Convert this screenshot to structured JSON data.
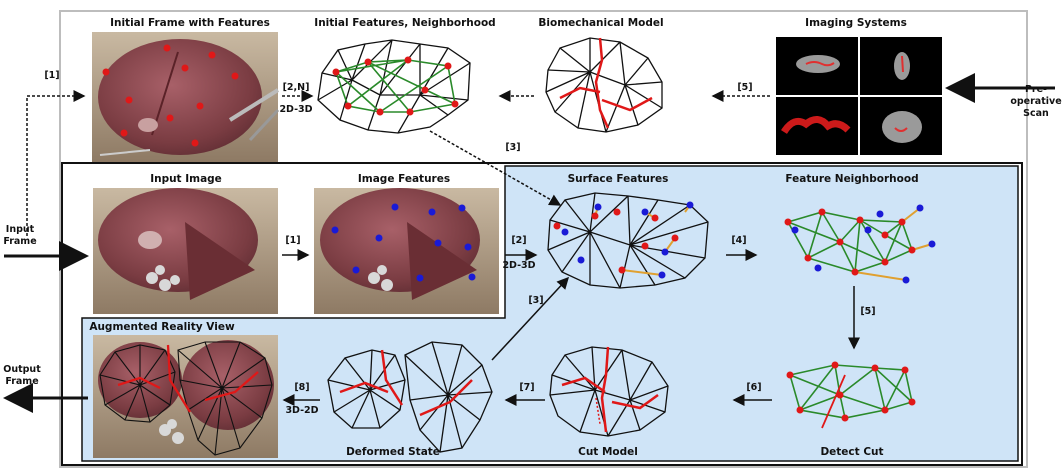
{
  "titles": {
    "initial_frame": "Initial Frame with Features",
    "initial_features": "Initial Features, Neighborhood",
    "biomech_model": "Biomechanical Model",
    "imaging_systems": "Imaging Systems",
    "input_image": "Input Image",
    "image_features": "Image Features",
    "surface_features": "Surface Features",
    "feature_neighborhood": "Feature Neighborhood",
    "ar_view": "Augmented Reality View",
    "deformed_state": "Deformed State",
    "cut_model": "Cut Model",
    "detect_cut": "Detect Cut"
  },
  "side_labels": {
    "preop_line1": "Pre-",
    "preop_line2": "operative",
    "preop_line3": "Scan",
    "input_line1": "Input",
    "input_line2": "Frame",
    "output_line1": "Output",
    "output_line2": "Frame"
  },
  "steps": {
    "s1_top": "[1]",
    "s2n_line1": "[2,N]",
    "s2n_line2": "2D-3D",
    "s5_top": "[5]",
    "s3_top": "[3]",
    "s1_mid": "[1]",
    "s2_line1": "[2]",
    "s2_line2": "2D-3D",
    "s4": "[4]",
    "s3_mid": "[3]",
    "s5_mid": "[5]",
    "s6": "[6]",
    "s7": "[7]",
    "s8_line1": "[8]",
    "s8_line2": "3D-2D"
  },
  "colors": {
    "panel_fill": "#cfe4f7",
    "outer_border": "#bdbdbd",
    "feature_red": "#e01818",
    "feature_blue": "#1a1ad6",
    "edge_green": "#2a8a2a",
    "disp_orange": "#e0a030",
    "organ": "#8a4a4e"
  }
}
